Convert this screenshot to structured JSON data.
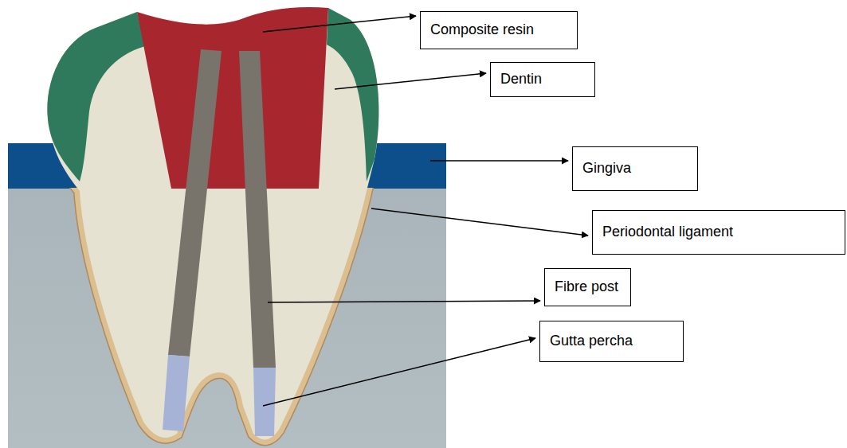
{
  "diagram": {
    "nodes": [
      {
        "text": [
          "Composite resin"
        ]
      },
      {
        "text": [
          "Dentin"
        ]
      },
      {
        "text": [
          "Gingiva"
        ]
      },
      {
        "text": [
          "Periodontal ligament"
        ]
      },
      {
        "text": [
          "Fibre post"
        ]
      },
      {
        "text": [
          "Gutta percha"
        ]
      }
    ]
  }
}
